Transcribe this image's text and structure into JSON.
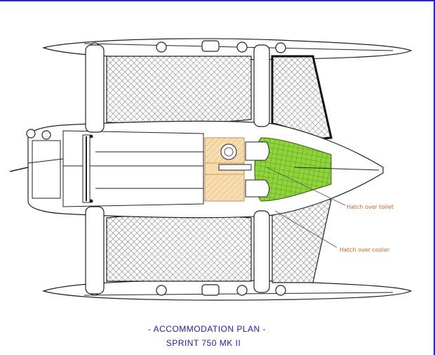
{
  "title_line1": "- ACCOMMODATION PLAN -",
  "title_line2": "SPRINT 750 MK II",
  "annotations": {
    "hatch_toilet": "Hatch over toilet",
    "hatch_cooler": "Hatch over cooler"
  },
  "colors": {
    "frame_border": "#2a2ab8",
    "title_text": "#2020a8",
    "annotation_text": "#c8641e",
    "forward_hatch_fill": "#8fd43a",
    "cabin_fill": "#f7dcae"
  }
}
